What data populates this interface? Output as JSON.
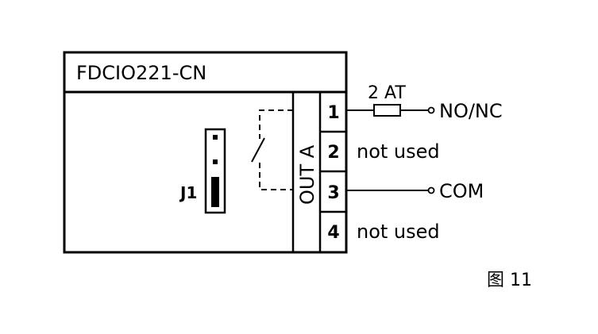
{
  "module": {
    "title": "FDCIO221-CN",
    "jumper_label": "J1",
    "output_label": "OUT A"
  },
  "terminals": [
    {
      "number": "1",
      "label": "NO/NC"
    },
    {
      "number": "2",
      "label": "not used"
    },
    {
      "number": "3",
      "label": "COM"
    },
    {
      "number": "4",
      "label": "not used"
    }
  ],
  "fuse_label": "2 AT",
  "figure_caption": "图 11"
}
